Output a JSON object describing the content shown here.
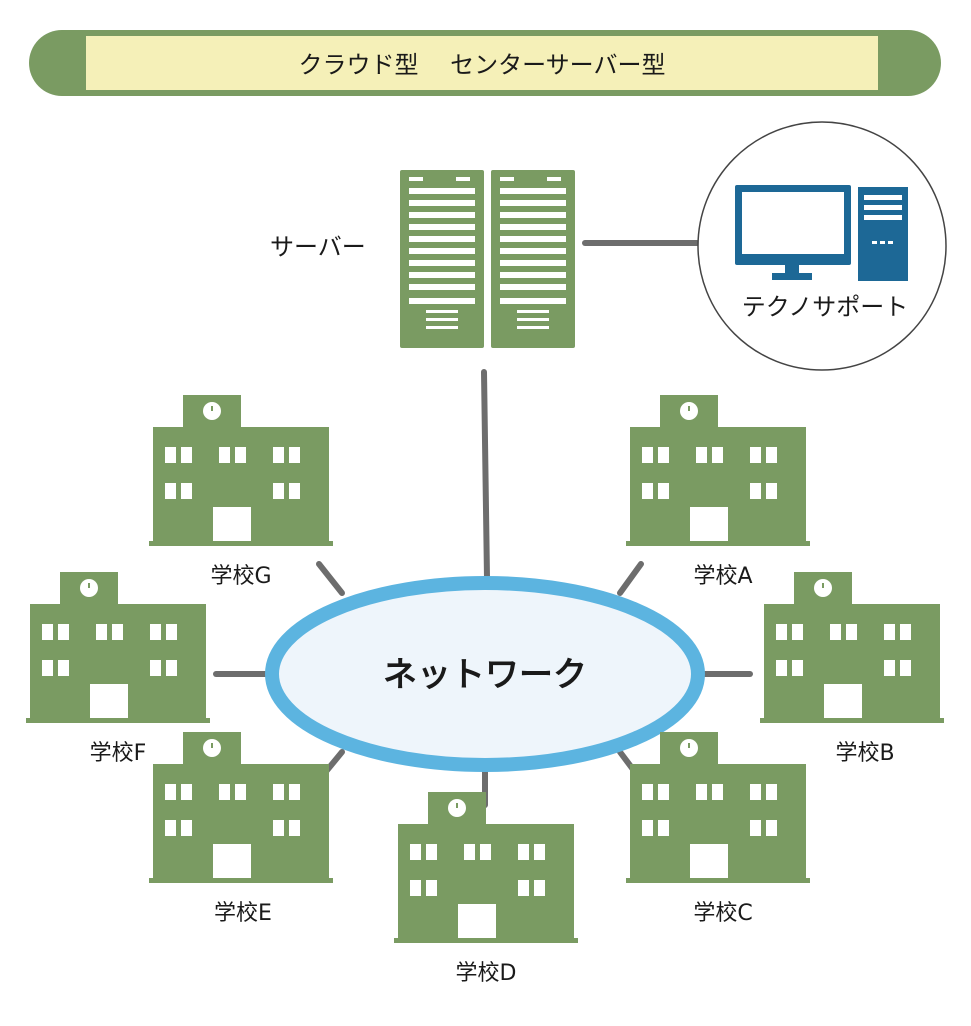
{
  "banner": {
    "title": "クラウド型　 センターサーバー型"
  },
  "server": {
    "label": "サーバー",
    "icon": "server-rack-icon"
  },
  "support": {
    "label": "テクノサポート",
    "icon": "desktop-computer-icon"
  },
  "network": {
    "label": "ネットワーク"
  },
  "schools": [
    {
      "id": "a",
      "label": "学校A"
    },
    {
      "id": "b",
      "label": "学校B"
    },
    {
      "id": "c",
      "label": "学校C"
    },
    {
      "id": "d",
      "label": "学校D"
    },
    {
      "id": "e",
      "label": "学校E"
    },
    {
      "id": "f",
      "label": "学校F"
    },
    {
      "id": "g",
      "label": "学校G"
    }
  ],
  "colors": {
    "banner_green": "#7a9b62",
    "banner_yellow": "#f5f0b8",
    "building_green": "#7a9b62",
    "network_blue": "#5cb4e0",
    "network_fill": "#eef5fb",
    "computer_blue": "#1d6896",
    "connector_gray": "#6d6d6d"
  }
}
